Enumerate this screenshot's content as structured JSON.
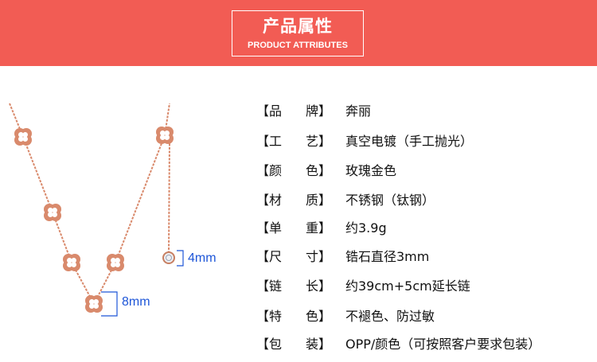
{
  "header": {
    "title": "产品属性",
    "subtitle": "PRODUCT ATTRIBUTES"
  },
  "dimensions": {
    "pendant": "8mm",
    "stone": "4mm"
  },
  "attributes": [
    {
      "open": "【",
      "c1": "品",
      "c2": "牌",
      "close": "】",
      "value": "奔丽"
    },
    {
      "open": "【",
      "c1": "工",
      "c2": "艺",
      "close": "】",
      "value": "真空电镀（手工抛光）"
    },
    {
      "open": "【",
      "c1": "颜",
      "c2": "色",
      "close": "】",
      "value": "玫瑰金色"
    },
    {
      "open": "【",
      "c1": "材",
      "c2": "质",
      "close": "】",
      "value": "不锈钢（钛钢）"
    },
    {
      "open": "【",
      "c1": "单",
      "c2": "重",
      "close": "】",
      "value": "约3.9g"
    },
    {
      "open": "【",
      "c1": "尺",
      "c2": "寸",
      "close": "】",
      "value": "锆石直径3mm"
    },
    {
      "open": "【",
      "c1": "链",
      "c2": "长",
      "close": "】",
      "value": "约39cm+5cm延长链"
    },
    {
      "open": "【",
      "c1": "特",
      "c2": "色",
      "close": "】",
      "value": "不褪色、防过敏"
    },
    {
      "open": "【",
      "c1": "包",
      "c2": "装",
      "close": "】",
      "value": "OPP/颜色（可按照客户要求包装）"
    }
  ],
  "colors": {
    "banner": "#f25c54",
    "rose_gold": "#d98a6c",
    "dimension": "#1e56d8"
  }
}
